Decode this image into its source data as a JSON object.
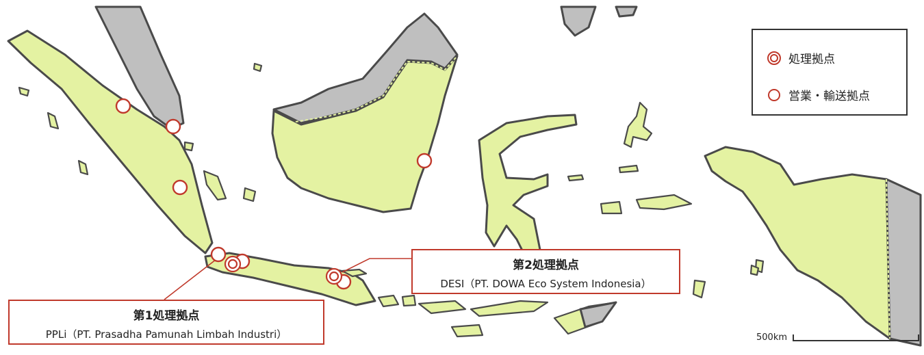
{
  "legend": {
    "items": [
      {
        "label": "処理拠点",
        "symbol": "double-circle-icon"
      },
      {
        "label": "営業・輸送拠点",
        "symbol": "circle-icon"
      }
    ]
  },
  "callouts": {
    "site1": {
      "title": "第1処理拠点",
      "name": "PPLi（PT. Prasadha Pamunah Limbah Industri）"
    },
    "site2": {
      "title": "第2処理拠点",
      "name": "DESI（PT. DOWA Eco System Indonesia）"
    }
  },
  "scale": {
    "label": "500km"
  },
  "colors": {
    "indonesia_land": "#e4f2a2",
    "other_land": "#bfbfbf",
    "outline": "#4a4a4a",
    "marker": "#c0392b",
    "callout_border": "#c0392b"
  }
}
